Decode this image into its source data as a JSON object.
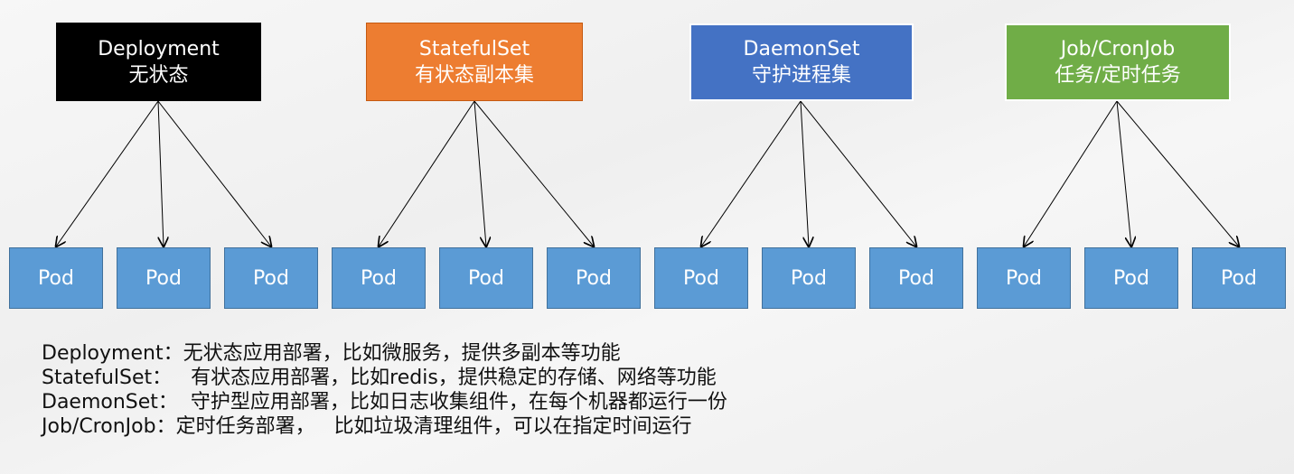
{
  "controllers": [
    {
      "id": "deployment",
      "name": "Deployment",
      "subtitle": "无状态",
      "color": "#000000",
      "pods": [
        "Pod",
        "Pod",
        "Pod"
      ]
    },
    {
      "id": "statefulset",
      "name": "StatefulSet",
      "subtitle": "有状态副本集",
      "color": "#ED7D31",
      "pods": [
        "Pod",
        "Pod",
        "Pod"
      ]
    },
    {
      "id": "daemonset",
      "name": "DaemonSet",
      "subtitle": "守护进程集",
      "color": "#4472C4",
      "pods": [
        "Pod",
        "Pod",
        "Pod"
      ]
    },
    {
      "id": "job",
      "name": "Job/CronJob",
      "subtitle": "任务/定时任务",
      "color": "#70AD47",
      "pods": [
        "Pod",
        "Pod",
        "Pod"
      ]
    }
  ],
  "pod_color": "#5B9BD5",
  "descriptions": [
    {
      "term": "Deployment：",
      "text": "无状态应用部署，比如微服务，提供多副本等功能"
    },
    {
      "term": "StatefulSet：",
      "text": "   有状态应用部署，比如redis，提供稳定的存储、网络等功能"
    },
    {
      "term": "DaemonSet：",
      "text": "  守护型应用部署，比如日志收集组件，在每个机器都运行一份"
    },
    {
      "term": "Job/CronJob：",
      "text": "定时任务部署，   比如垃圾清理组件，可以在指定时间运行"
    }
  ]
}
